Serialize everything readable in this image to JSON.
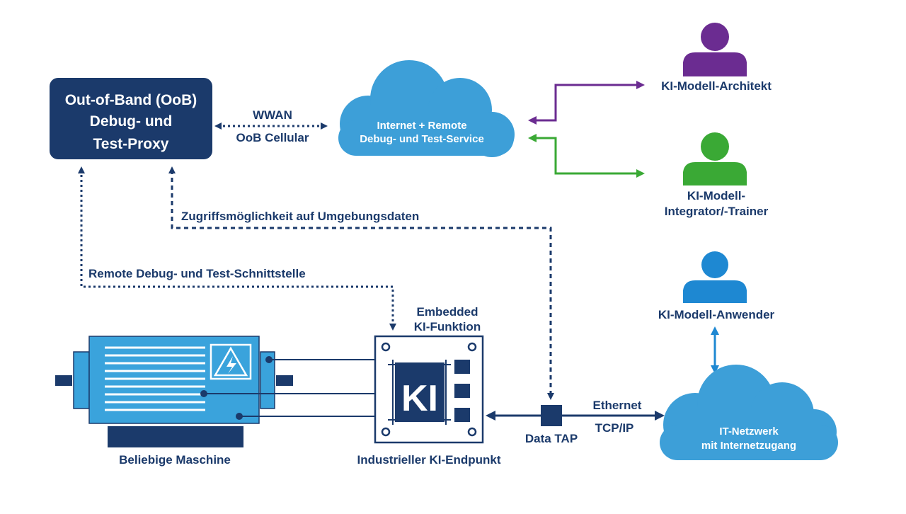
{
  "proxy": {
    "line1": "Out-of-Band (OoB)",
    "line2": "Debug- und",
    "line3": "Test-Proxy"
  },
  "link_wwan": {
    "line1": "WWAN",
    "line2": "OoB Cellular"
  },
  "cloud_remote": {
    "line1": "Internet + Remote",
    "line2": "Debug- und Test-Service"
  },
  "roles": {
    "architect": {
      "label": "KI-Modell-Architekt",
      "color": "#6b2c91"
    },
    "integrator": {
      "line1": "KI-Modell-",
      "line2": "Integrator/-Trainer",
      "color": "#3aa935"
    },
    "user": {
      "label": "KI-Modell-Anwender",
      "color": "#1e88d2"
    }
  },
  "link_env": "Zugriffsmöglichkeit auf Umgebungsdaten",
  "link_debug": "Remote Debug- und Test-Schnittstelle",
  "embedded": {
    "line1": "Embedded",
    "line2": "KI-Funktion",
    "chip": "KI"
  },
  "machine_label": "Beliebige Maschine",
  "endpoint_label": "Industrieller KI-Endpunkt",
  "tap_label": "Data TAP",
  "link_eth": {
    "line1": "Ethernet",
    "line2": "TCP/IP"
  },
  "cloud_it": {
    "line1": "IT-Netzwerk",
    "line2": "mit Internetzugang"
  },
  "colors": {
    "navy": "#1b3a6b",
    "cloud": "#3d9fd8",
    "machine": "#3aa3dc"
  }
}
